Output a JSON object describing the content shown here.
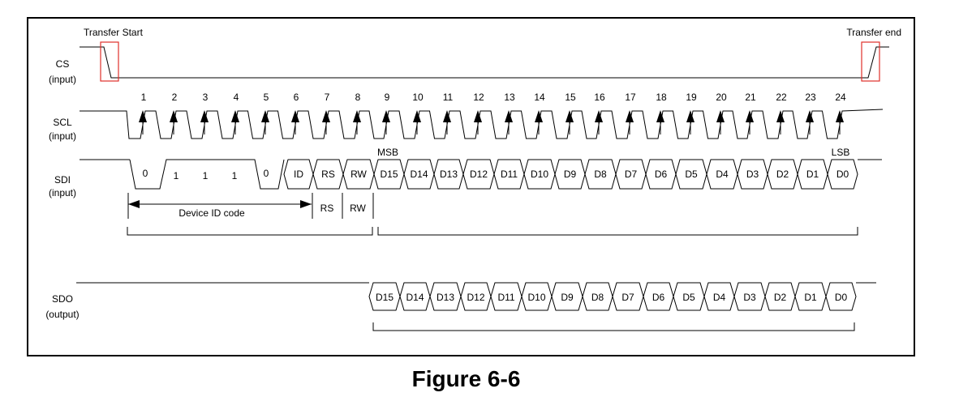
{
  "annotations": {
    "transfer_start": "Transfer Start",
    "transfer_end": "Transfer end",
    "msb": "MSB",
    "lsb": "LSB",
    "device_id_code": "Device ID code",
    "rs": "RS",
    "rw": "RW"
  },
  "signals": {
    "cs": {
      "name": "CS",
      "dir": "(input)"
    },
    "scl": {
      "name": "SCL",
      "dir": "(input)"
    },
    "sdi": {
      "name": "SDI",
      "dir": "(input)"
    },
    "sdo": {
      "name": "SDO",
      "dir": "(output)"
    }
  },
  "clock_numbers": [
    "1",
    "2",
    "3",
    "4",
    "5",
    "6",
    "7",
    "8",
    "9",
    "10",
    "11",
    "12",
    "13",
    "14",
    "15",
    "16",
    "17",
    "18",
    "19",
    "20",
    "21",
    "22",
    "23",
    "24"
  ],
  "sdi_header_bits": [
    "0",
    "1",
    "1",
    "1",
    "0",
    "ID",
    "RS",
    "RW"
  ],
  "data_bits": [
    "D15",
    "D14",
    "D13",
    "D12",
    "D11",
    "D10",
    "D9",
    "D8",
    "D7",
    "D6",
    "D5",
    "D4",
    "D3",
    "D2",
    "D1",
    "D0"
  ],
  "caption": "Figure 6-6",
  "colors": {
    "line": "#000000",
    "highlight": "#e0302a",
    "frame": "#000000"
  }
}
